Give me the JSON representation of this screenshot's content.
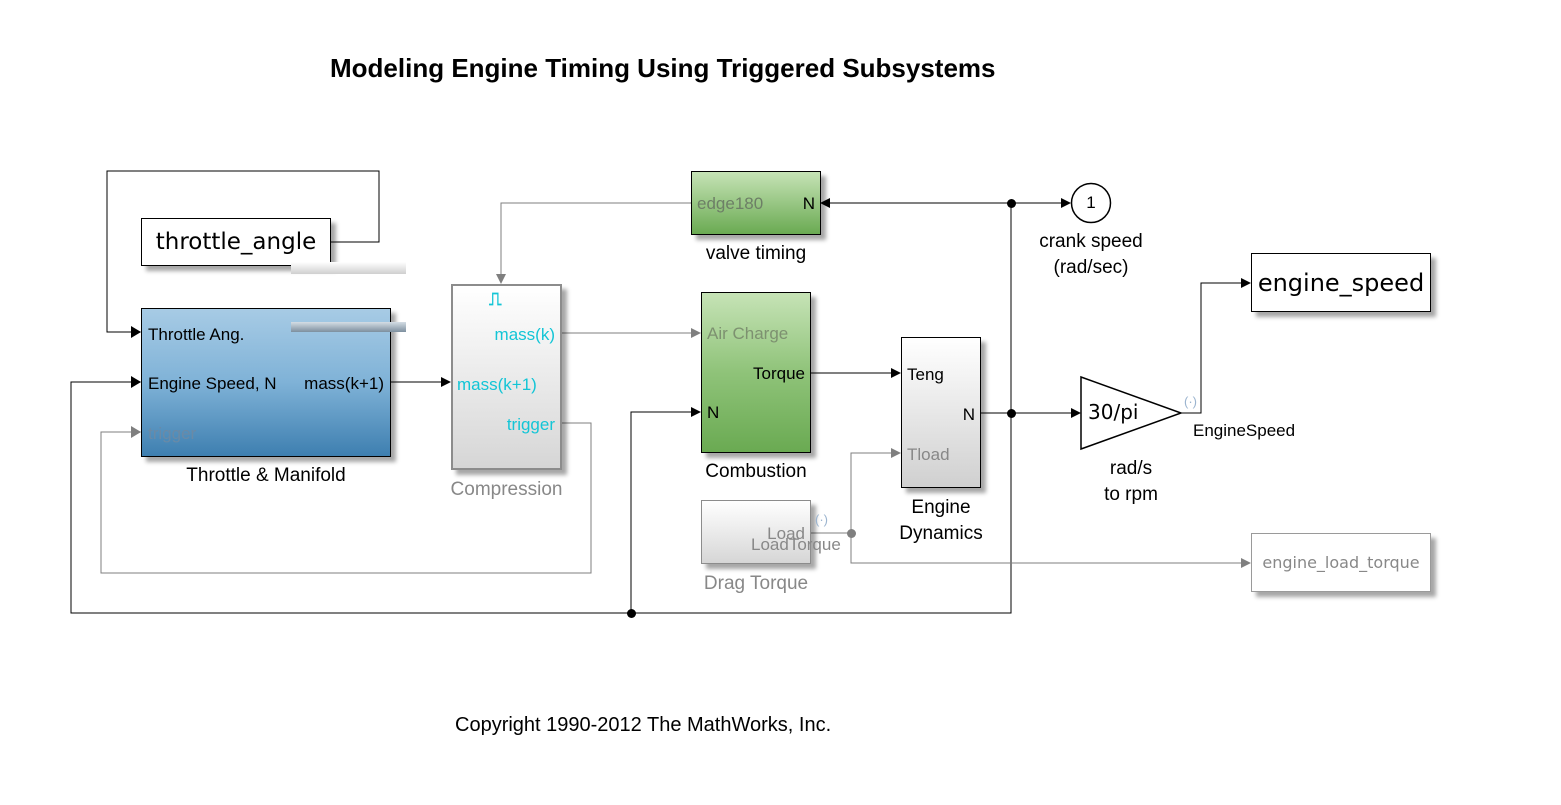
{
  "title": "Modeling Engine Timing Using Triggered Subsystems",
  "copyright": "Copyright 1990-2012 The MathWorks, Inc.",
  "blocks": {
    "throttle_angle": {
      "label": "throttle_angle"
    },
    "throttle_manifold": {
      "caption": "Throttle & Manifold",
      "in_throttle": "Throttle Ang.",
      "in_speed": "Engine Speed, N",
      "in_trigger": "trigger",
      "out_mass": "mass(k+1)"
    },
    "compression": {
      "caption": "Compression",
      "in_mass": "mass(k+1)",
      "out_mass": "mass(k)",
      "out_trigger": "trigger",
      "trigger_symbol": "⎍"
    },
    "valve_timing": {
      "caption": "valve timing",
      "out_edge": "edge180",
      "in_n": "N"
    },
    "combustion": {
      "caption": "Combustion",
      "in_air": "Air Charge",
      "in_n": "N",
      "out_torque": "Torque"
    },
    "drag_torque": {
      "caption": "Drag Torque",
      "port_load": "Load",
      "signal": "LoadTorque"
    },
    "engine_dynamics": {
      "caption_line1": "Engine",
      "caption_line2": "Dynamics",
      "in_teng": "Teng",
      "in_tload": "Tload",
      "out_n": "N"
    },
    "crank_speed": {
      "port_number": "1",
      "caption_line1": "crank speed",
      "caption_line2": "(rad/sec)"
    },
    "gain": {
      "value": "30/pi",
      "caption_line1": "rad/s",
      "caption_line2": "to rpm",
      "signal": "EngineSpeed"
    },
    "engine_speed": {
      "label": "engine_speed"
    },
    "engine_load_torque": {
      "label": "engine_load_torque"
    }
  },
  "colors": {
    "blue_top": "#a7cbe5",
    "blue_bottom": "#3e7fb0",
    "green_top": "#c6e3b6",
    "green_bottom": "#6aaa52",
    "cyan_port": "#13c5d6",
    "grey_port": "#888888",
    "signal_icon": "#9bb4cf"
  }
}
